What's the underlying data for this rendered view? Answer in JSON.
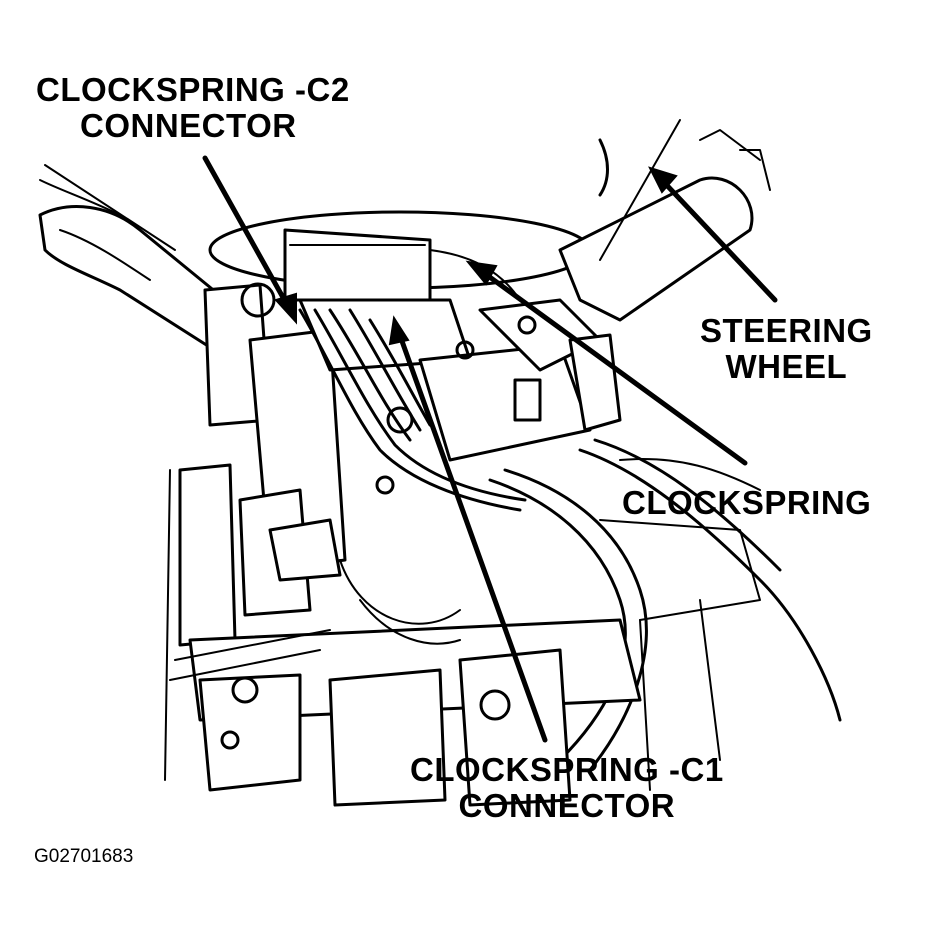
{
  "labels": {
    "clockspring_c2_line1": "CLOCKSPRING -C2",
    "clockspring_c2_line2": "CONNECTOR",
    "steering_wheel_line1": "STEERING",
    "steering_wheel_line2": "WHEEL",
    "clockspring": "CLOCKSPRING",
    "clockspring_c1_line1": "CLOCKSPRING -C1",
    "clockspring_c1_line2": "CONNECTOR"
  },
  "figure_id": "G02701683",
  "colors": {
    "ink": "#000000",
    "background": "#ffffff"
  }
}
